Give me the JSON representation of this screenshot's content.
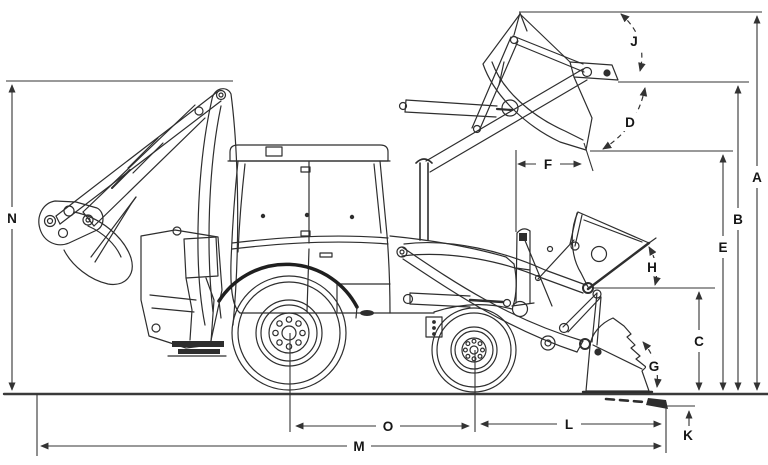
{
  "diagram": {
    "type": "technical-line-drawing",
    "subject": "backhoe-loader-side-view-dimension-diagram",
    "colors": {
      "background": "#ffffff",
      "machine_line": "#2e2e2e",
      "dimension_line": "#333333",
      "ground_line": "#3a3a3a",
      "label_text": "#161616"
    },
    "dimension_labels": {
      "A": "A",
      "B": "B",
      "C": "C",
      "D": "D",
      "E": "E",
      "F": "F",
      "G": "G",
      "H": "H",
      "J": "J",
      "K": "K",
      "L": "L",
      "M": "M",
      "N": "N",
      "O": "O"
    }
  }
}
